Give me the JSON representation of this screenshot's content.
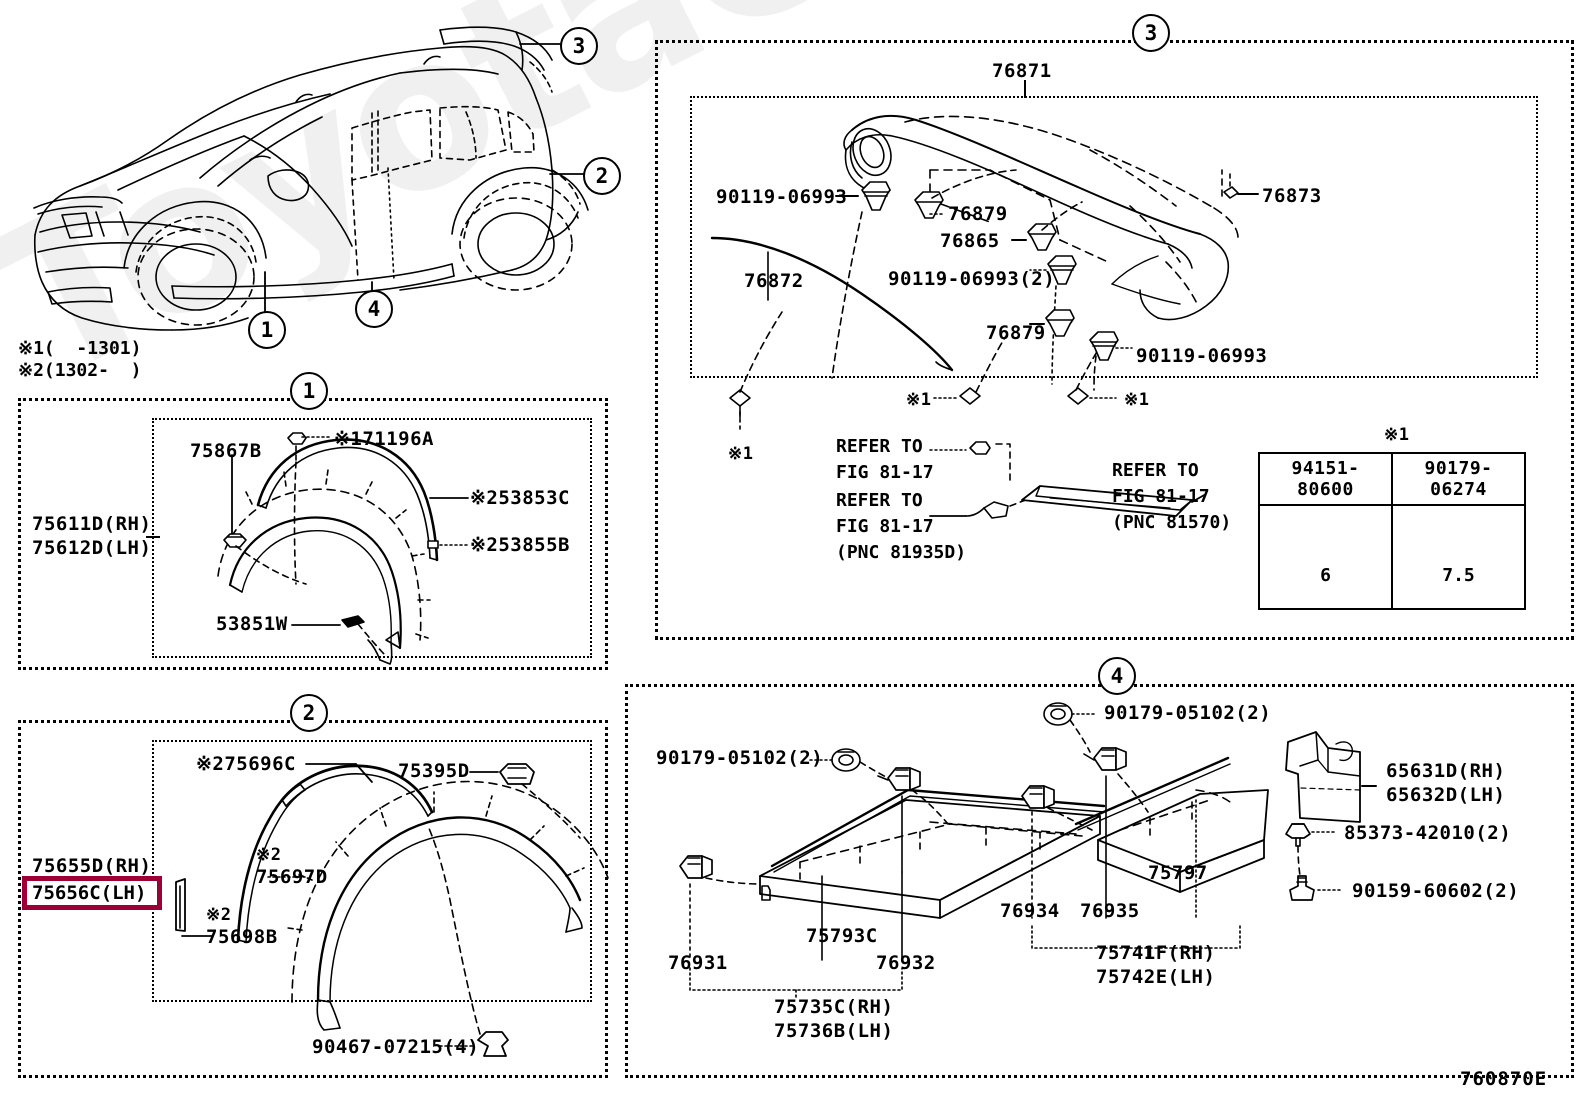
{
  "diagram": {
    "code": "760870E",
    "watermark": "ToyotaCarMir.ru",
    "highlight_color": "#9c0034"
  },
  "vehicle": {
    "callouts": [
      {
        "id": "1",
        "label": "1"
      },
      {
        "id": "2",
        "label": "2"
      },
      {
        "id": "3",
        "label": "3"
      },
      {
        "id": "4",
        "label": "4"
      }
    ],
    "footnotes": [
      "※1(  -1301)",
      "※2(1302-  )"
    ]
  },
  "panel1": {
    "callout": "1",
    "side_labels": [
      "75611D(RH)",
      "75612D(LH)"
    ],
    "parts": [
      {
        "name": "75867B"
      },
      {
        "name": "※171196A"
      },
      {
        "name": "※253853C"
      },
      {
        "name": "※253855B"
      },
      {
        "name": "53851W"
      }
    ]
  },
  "panel2": {
    "callout": "2",
    "side_labels": [
      "75655D(RH)",
      "75656C(LH)"
    ],
    "highlighted": "75656C(LH)",
    "parts": [
      {
        "name": "※275696C"
      },
      {
        "name": "75395D"
      },
      {
        "name": "※2"
      },
      {
        "name": "75697D"
      },
      {
        "name": "※2b"
      },
      {
        "name": "75698B"
      },
      {
        "name": "90467-07215(4)"
      }
    ]
  },
  "panel3": {
    "callout": "3",
    "title": "76871",
    "parts": [
      {
        "name": "90119-06993"
      },
      {
        "name": "76879"
      },
      {
        "name": "76865"
      },
      {
        "name": "90119-06993(2)"
      },
      {
        "name": "76872"
      },
      {
        "name": "76879b"
      },
      {
        "name": "90119-06993c"
      },
      {
        "name": "76873"
      }
    ],
    "marks": [
      "※1",
      "※1",
      "※1"
    ],
    "refer_notes": [
      "REFER TO\nFIG 81-17",
      "REFER TO\nFIG 81-17\n(PNC 81935D)",
      "REFER TO\nFIG 81-17\n(PNC 81570)"
    ],
    "dim_table": {
      "mark": "※1",
      "columns": [
        {
          "part": "94151-80600",
          "size": "6"
        },
        {
          "part": "90179-06274",
          "size": "7.5"
        }
      ]
    }
  },
  "panel4": {
    "callout": "4",
    "parts": [
      {
        "name": "90179-05102(2)"
      },
      {
        "name": "90179-05102(2)b"
      },
      {
        "name": "76931"
      },
      {
        "name": "75793C"
      },
      {
        "name": "76932"
      },
      {
        "name": "75735C(RH)"
      },
      {
        "name": "75736B(LH)"
      },
      {
        "name": "76934"
      },
      {
        "name": "76935"
      },
      {
        "name": "75797"
      },
      {
        "name": "75741F(RH)"
      },
      {
        "name": "75742E(LH)"
      },
      {
        "name": "65631D(RH)"
      },
      {
        "name": "65632D(LH)"
      },
      {
        "name": "85373-42010(2)"
      },
      {
        "name": "90159-60602(2)"
      }
    ]
  },
  "labels": {
    "v_fn1": "※1(  -1301)",
    "v_fn2": "※2(1302-  )",
    "p1_rh": "75611D(RH)",
    "p1_lh": "75612D(LH)",
    "p1_75867B": "75867B",
    "p1_71196A": "※171196A",
    "p1_53853C": "※253853C",
    "p1_53855B": "※253855B",
    "p1_53851W": "53851W",
    "p2_rh": "75655D(RH)",
    "p2_lh": "75656C(LH)",
    "p2_75696C": "※275696C",
    "p2_75395D": "75395D",
    "p2_mark1": "※2",
    "p2_75697D": "75697D",
    "p2_mark2": "※2",
    "p2_75698B": "75698B",
    "p2_90467": "90467-07215(4)",
    "p3_76871": "76871",
    "p3_90119a": "90119-06993",
    "p3_76879a": "76879",
    "p3_76865": "76865",
    "p3_90119b": "90119-06993(2)",
    "p3_76872": "76872",
    "p3_76879b": "76879",
    "p3_90119c": "90119-06993",
    "p3_76873": "76873",
    "p3_mark_a": "※1",
    "p3_mark_b": "※1",
    "p3_mark_c": "※1",
    "p3_refer1": "REFER TO\nFIG 81-17",
    "p3_refer2": "REFER TO\nFIG 81-17\n(PNC 81935D)",
    "p3_refer3": "REFER TO\nFIG 81-17\n(PNC 81570)",
    "p3_tbl_mark": "※1",
    "p3_tbl_c1": "94151-80600",
    "p3_tbl_c2": "90179-06274",
    "p3_tbl_v1": "6",
    "p3_tbl_v2": "7.5",
    "p4_90179a": "90179-05102(2)",
    "p4_90179b": "90179-05102(2)",
    "p4_76931": "76931",
    "p4_75793C": "75793C",
    "p4_76932": "76932",
    "p4_75735C": "75735C(RH)",
    "p4_75736B": "75736B(LH)",
    "p4_76934": "76934",
    "p4_76935": "76935",
    "p4_75797": "75797",
    "p4_75741F": "75741F(RH)",
    "p4_75742E": "75742E(LH)",
    "p4_65631D": "65631D(RH)",
    "p4_65632D": "65632D(LH)",
    "p4_85373": "85373-42010(2)",
    "p4_90159": "90159-60602(2)",
    "c1": "1",
    "c2": "2",
    "c3": "3",
    "c4": "4",
    "c1b": "1",
    "c2b": "2",
    "code": "760870E"
  }
}
